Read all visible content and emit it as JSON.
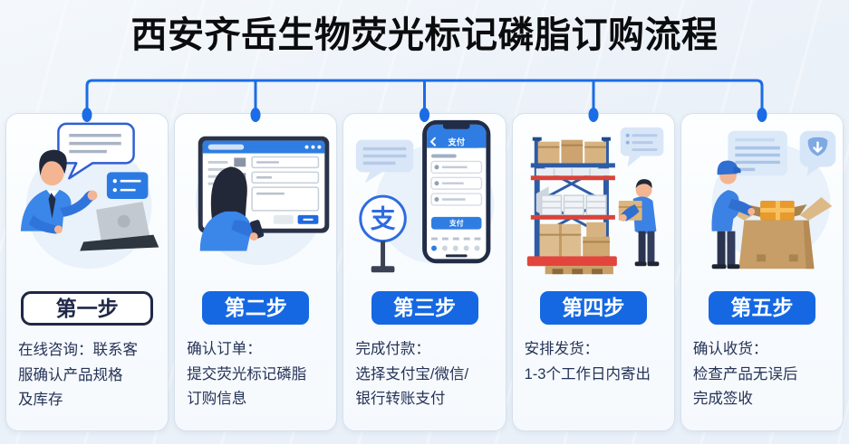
{
  "title": "西安齐岳生物荧光标记磷脂订购流程",
  "colors": {
    "accent_blue": "#1568e2",
    "connector_blue": "#1b6ce5",
    "dark_navy_text": "#263357",
    "step1_outline": "#1f2847",
    "card_border": "#d7e0ea",
    "background": "#ebf1f8",
    "illustration_halo": "#e9f1fa",
    "warehouse_red": "#d8433b",
    "carton_tan": "#d3a878"
  },
  "steps": [
    {
      "label": "第一步",
      "style": "outline",
      "description": "在线咨询：联系客\n服确认产品规格\n及库存",
      "illustration": "online-consultation"
    },
    {
      "label": "第二步",
      "style": "filled",
      "description": "确认订单：\n提交荧光标记磷脂\n订购信息",
      "illustration": "order-form-screen"
    },
    {
      "label": "第三步",
      "style": "filled",
      "description": "完成付款：\n选择支付宝/微信/\n银行转账支付",
      "illustration": "mobile-payment"
    },
    {
      "label": "第四步",
      "style": "filled",
      "description": "安排发货：\n1-3个工作日内寄出",
      "illustration": "warehouse-shipping"
    },
    {
      "label": "第五步",
      "style": "filled",
      "description": "确认收货：\n检查产品无误后\n完成签收",
      "illustration": "package-receiving"
    }
  ],
  "payment_sign_char": "支",
  "phone": {
    "header_title": "支付",
    "pay_button": "支付"
  }
}
